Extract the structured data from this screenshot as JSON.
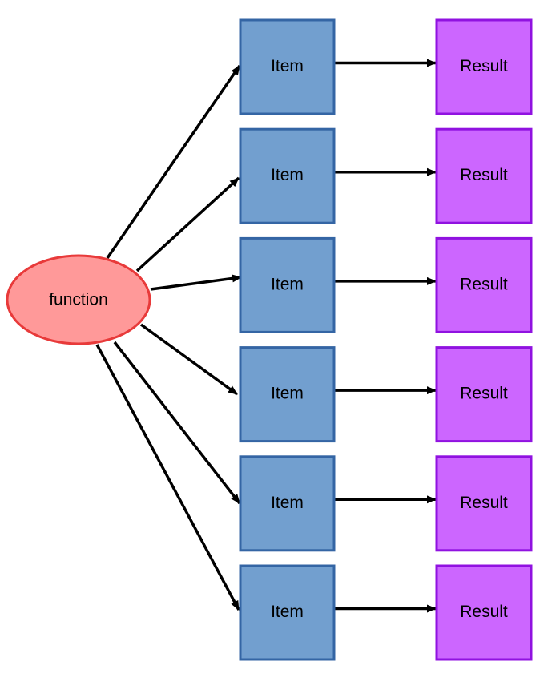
{
  "function_node": {
    "label": "function",
    "fill": "#ff9999",
    "stroke": "#e83a3a"
  },
  "item_style": {
    "fill": "#729fcf",
    "stroke": "#3465a4"
  },
  "result_style": {
    "fill": "#cc66ff",
    "stroke": "#9012e0"
  },
  "arrow_color": "#000000",
  "rows": [
    {
      "item_label": "Item",
      "result_label": "Result"
    },
    {
      "item_label": "Item",
      "result_label": "Result"
    },
    {
      "item_label": "Item",
      "result_label": "Result"
    },
    {
      "item_label": "Item",
      "result_label": "Result"
    },
    {
      "item_label": "Item",
      "result_label": "Result"
    },
    {
      "item_label": "Item",
      "result_label": "Result"
    }
  ]
}
